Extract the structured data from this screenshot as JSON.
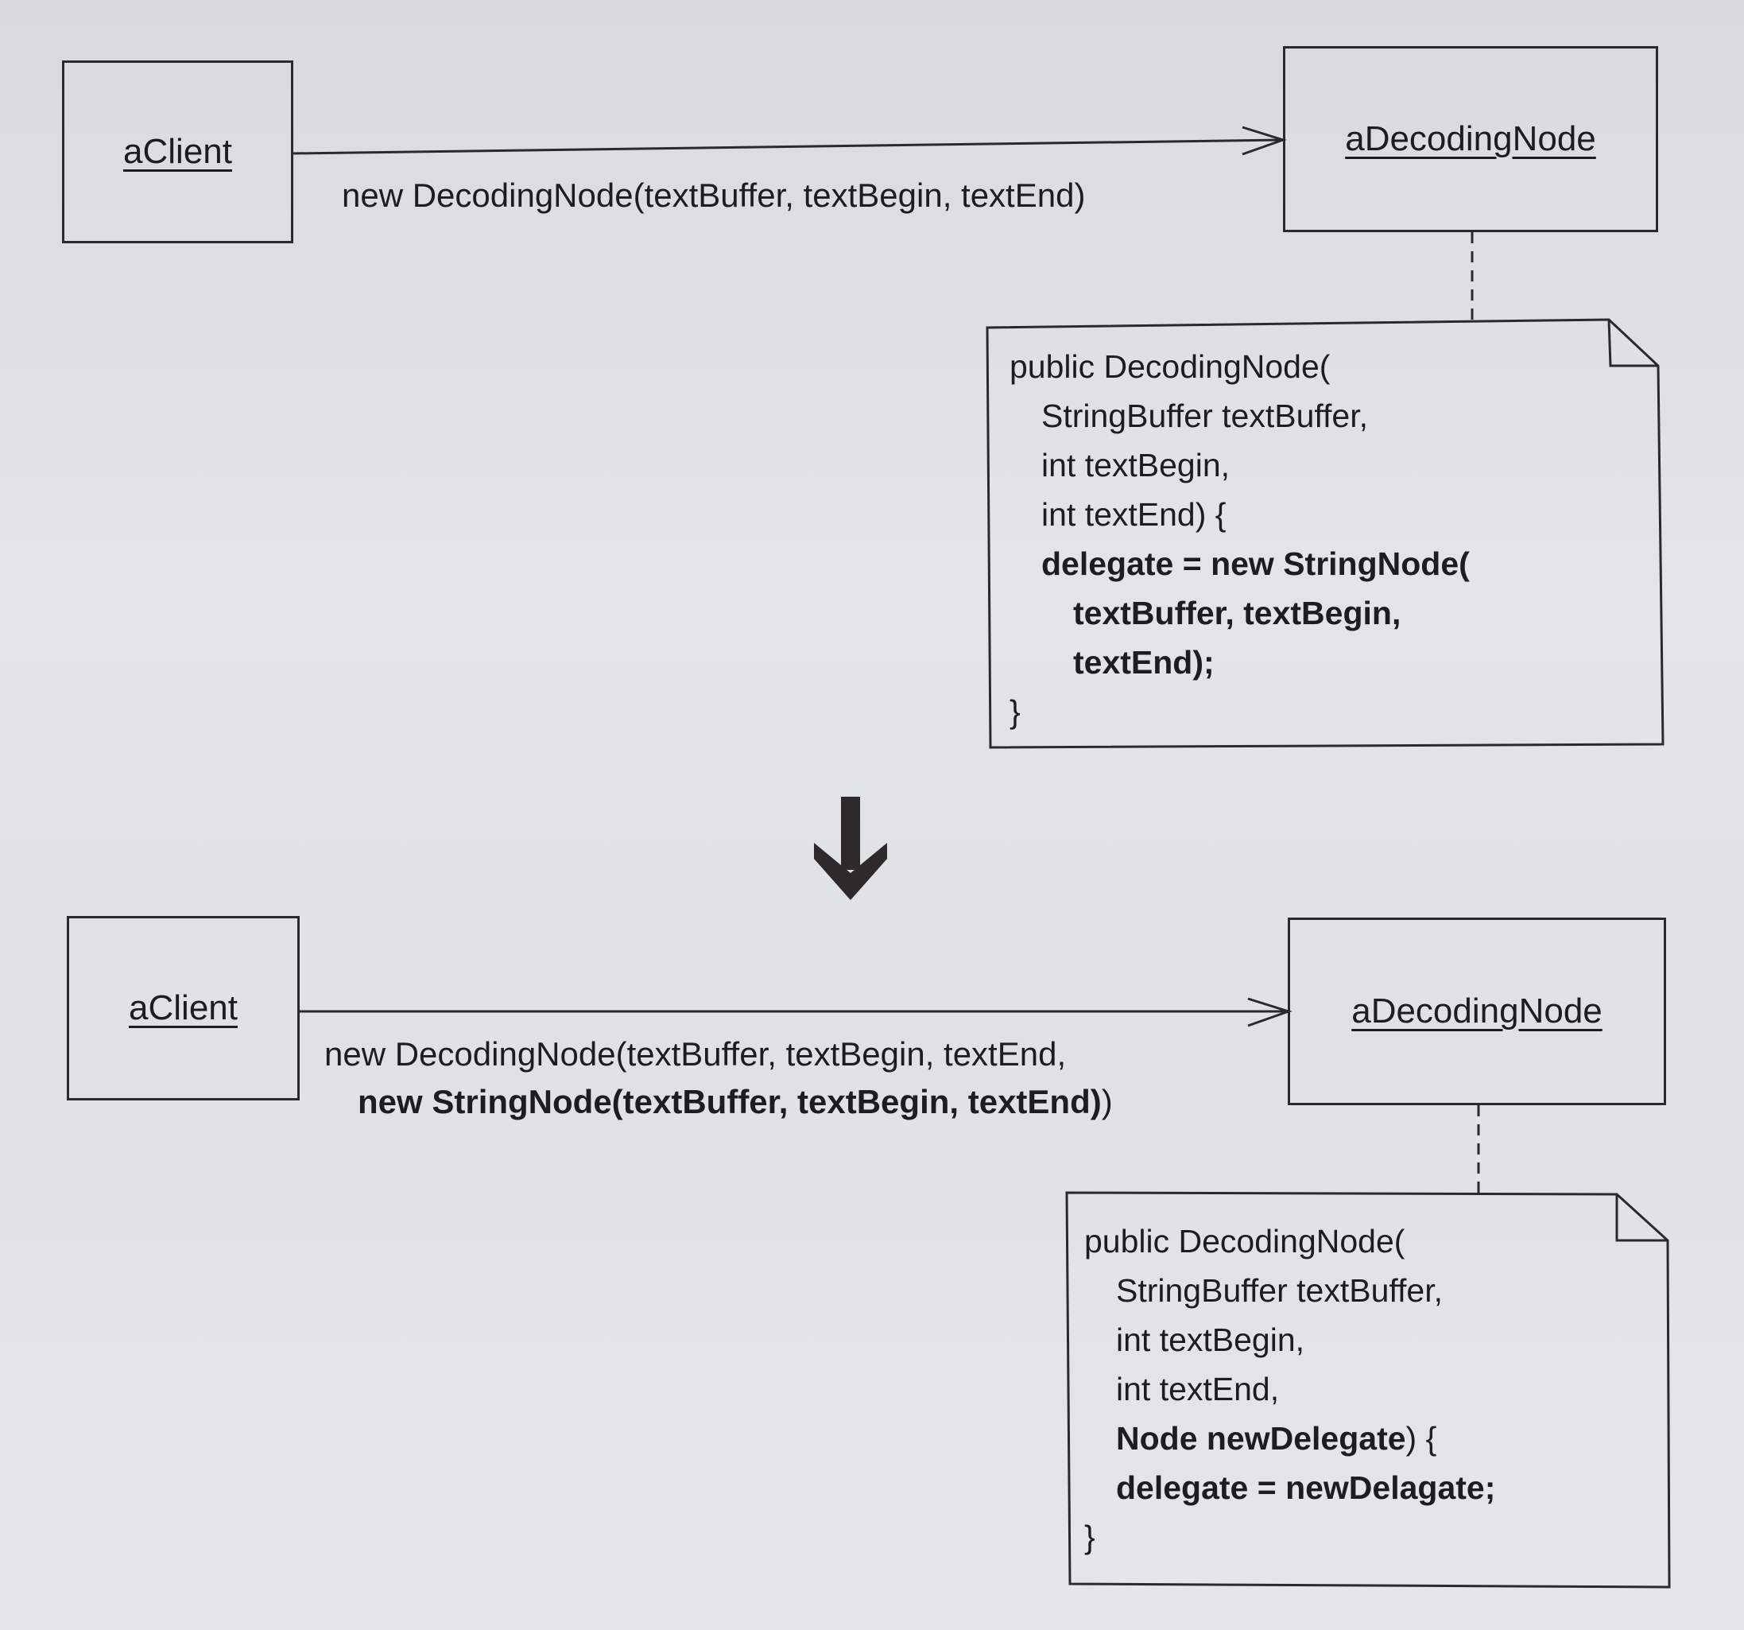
{
  "top": {
    "client_label": "aClient",
    "node_label": "aDecodingNode",
    "message": "new DecodingNode(textBuffer, textBegin, textEnd)",
    "note": {
      "lines": [
        {
          "indent": 0,
          "bold": false,
          "text": "public DecodingNode("
        },
        {
          "indent": 1,
          "bold": false,
          "text": "StringBuffer textBuffer,"
        },
        {
          "indent": 1,
          "bold": false,
          "text": "int textBegin,"
        },
        {
          "indent": 1,
          "bold": false,
          "text": "int textEnd) {"
        },
        {
          "indent": 1,
          "bold": true,
          "text": "delegate = new StringNode("
        },
        {
          "indent": 2,
          "bold": true,
          "text": "textBuffer, textBegin,"
        },
        {
          "indent": 2,
          "bold": true,
          "text": "textEnd);"
        },
        {
          "indent": 0,
          "bold": false,
          "text": "}"
        }
      ]
    }
  },
  "transition_arrow_icon": "down-arrow-icon",
  "bottom": {
    "client_label": "aClient",
    "node_label": "aDecodingNode",
    "message_line1": "new DecodingNode(textBuffer, textBegin, textEnd,",
    "message_line2_bold": "new StringNode(textBuffer, textBegin, textEnd)",
    "message_line2_tail": ")",
    "note": {
      "lines": [
        {
          "indent": 0,
          "bold": false,
          "text": "public DecodingNode("
        },
        {
          "indent": 1,
          "bold": false,
          "text": "StringBuffer textBuffer,"
        },
        {
          "indent": 1,
          "bold": false,
          "text": "int textBegin,"
        },
        {
          "indent": 1,
          "bold": false,
          "text": "int textEnd,"
        },
        {
          "indent": 1,
          "bold": true,
          "text": "Node newDelegate",
          "tail": ") {"
        },
        {
          "indent": 1,
          "bold": true,
          "text": "delegate = newDelagate;"
        },
        {
          "indent": 0,
          "bold": false,
          "text": "}"
        }
      ]
    }
  }
}
